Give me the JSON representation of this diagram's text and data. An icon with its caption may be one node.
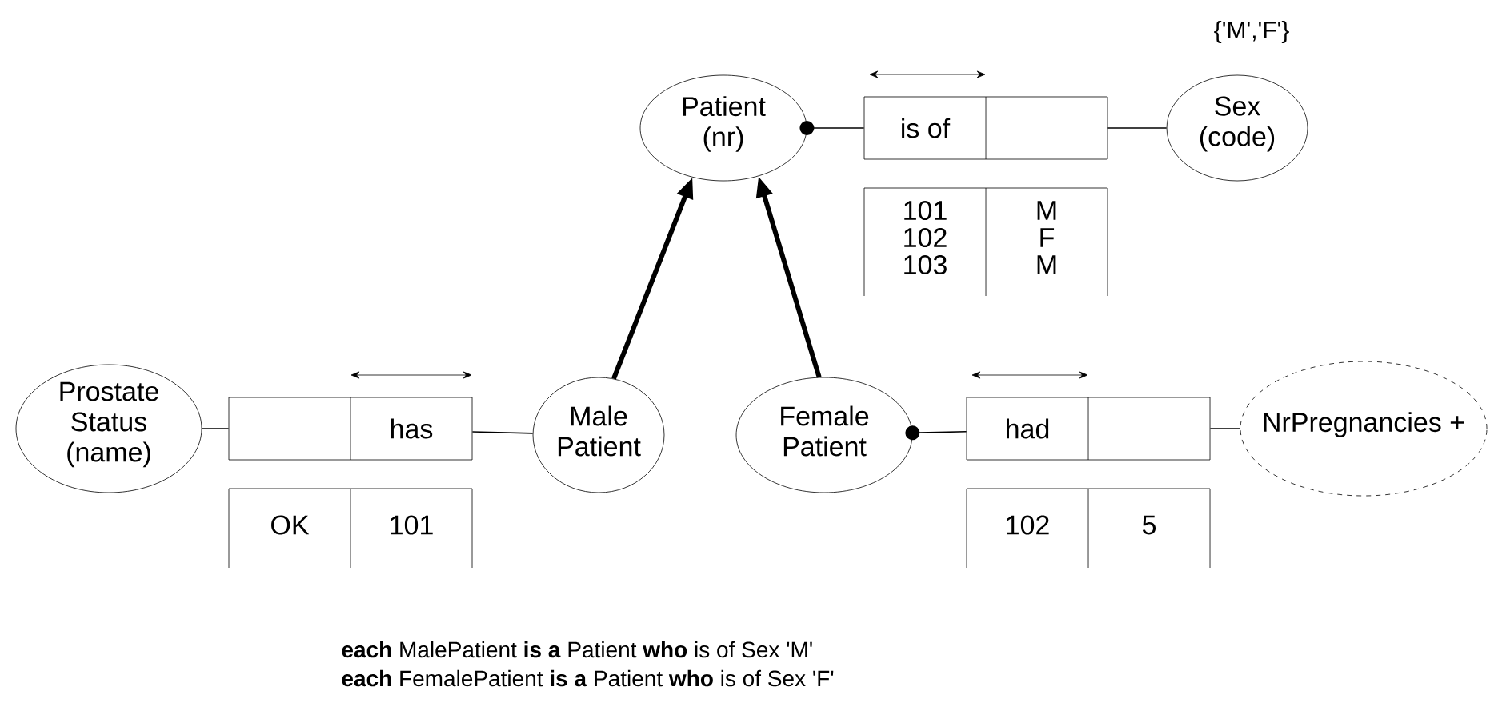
{
  "diagram": {
    "nodes": [
      {
        "text": [
          "Patient (nr)"
        ]
      },
      {
        "text": [
          "is of"
        ]
      },
      {
        "text": [
          "Sex (code)"
        ]
      },
      {
        "text": [
          "Prostate Status (name)"
        ]
      },
      {
        "text": [
          "has"
        ]
      },
      {
        "text": [
          "Male Patient"
        ]
      },
      {
        "text": [
          "Female Patient"
        ]
      },
      {
        "text": [
          "had"
        ]
      },
      {
        "text": [
          "NrPregnancies +"
        ]
      }
    ],
    "edges": [
      {
        "from": 0,
        "to": 1,
        "arrow": "other"
      },
      {
        "from": 1,
        "to": 2,
        "arrow": "none"
      },
      {
        "from": 3,
        "to": 4,
        "arrow": "none"
      },
      {
        "from": 4,
        "to": 5,
        "arrow": "none"
      },
      {
        "from": 6,
        "to": 7,
        "arrow": "other"
      },
      {
        "from": 7,
        "to": 8,
        "arrow": "none"
      },
      {
        "from": 5,
        "to": 0,
        "arrow": "to",
        "style": "thick"
      },
      {
        "from": 6,
        "to": 0,
        "arrow": "to",
        "style": "thick"
      }
    ],
    "labels": [
      "{'M','F'}",
      "101",
      "M",
      "102",
      "F",
      "103",
      "M",
      "OK",
      "101",
      "102",
      "5",
      "**each** MalePatient **is a** Patient **who** is of Sex 'M'",
      "**each** FemalePatient **is a** Patient **who** is of Sex 'F'"
    ]
  }
}
